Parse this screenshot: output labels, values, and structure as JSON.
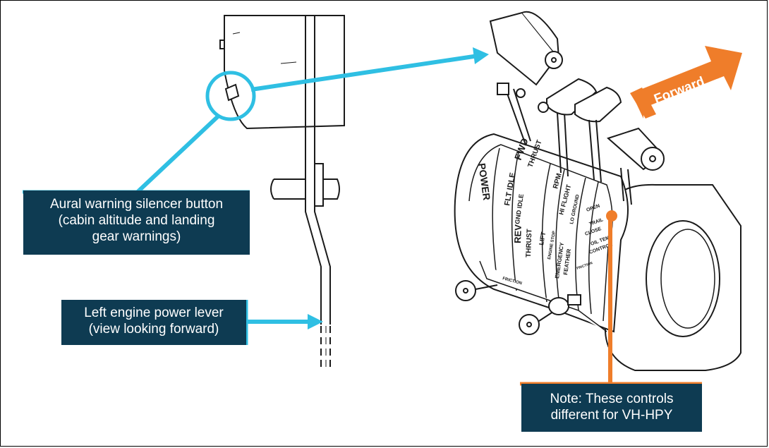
{
  "colors": {
    "callout_bg": "#0e3b52",
    "blue_accent": "#2fbfe3",
    "orange_accent": "#ef7d2a",
    "line_art": "#1a1a1a"
  },
  "callouts": {
    "aural_warning": {
      "lines": [
        "Aural warning silencer button",
        "(cabin altitude and landing",
        "gear warnings)"
      ]
    },
    "left_lever": {
      "lines": [
        "Left engine power lever",
        "(view looking forward)"
      ]
    },
    "note": {
      "lines": [
        "Note: These controls",
        "different for VH-HPY"
      ]
    }
  },
  "forward_arrow": {
    "label": "Forward"
  },
  "quadrant_labels": {
    "power": "POWER",
    "fwd": "FWD",
    "thrust_top": "THRUST",
    "flt_idle": "FLT IDLE",
    "gnd_idle": "GND IDLE",
    "rev": "REV",
    "thrust_bottom": "THRUST",
    "rpm": "RPM",
    "hi_flight": "HI FLIGHT",
    "lo_ground": "LO GROUND",
    "lift": "LIFT",
    "engine_stop": "ENGINE STOP",
    "emergency": "EMERGENCY",
    "feather": "FEATHER",
    "open": "OPEN",
    "trail": "TRAIL",
    "close": "CLOSE",
    "oil_temp": "OIL TEMP",
    "control": "CONTROL",
    "friction_left": "FRICTION",
    "friction_right": "FRICTION"
  }
}
